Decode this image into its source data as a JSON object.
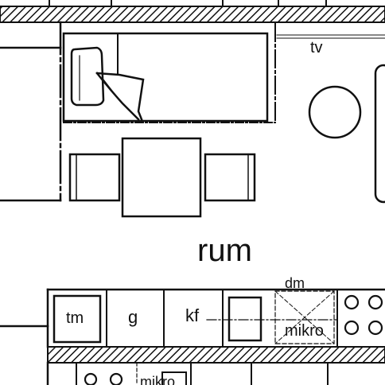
{
  "labels": {
    "tv": "tv",
    "room": "rum",
    "dishwasher": "dm",
    "freezer": "tm",
    "g": "g",
    "fridge": "kf",
    "microwave_upper": "mikro",
    "microwave_lower": "mikro"
  },
  "colors": {
    "ink": "#111111",
    "background": "#ffffff"
  }
}
